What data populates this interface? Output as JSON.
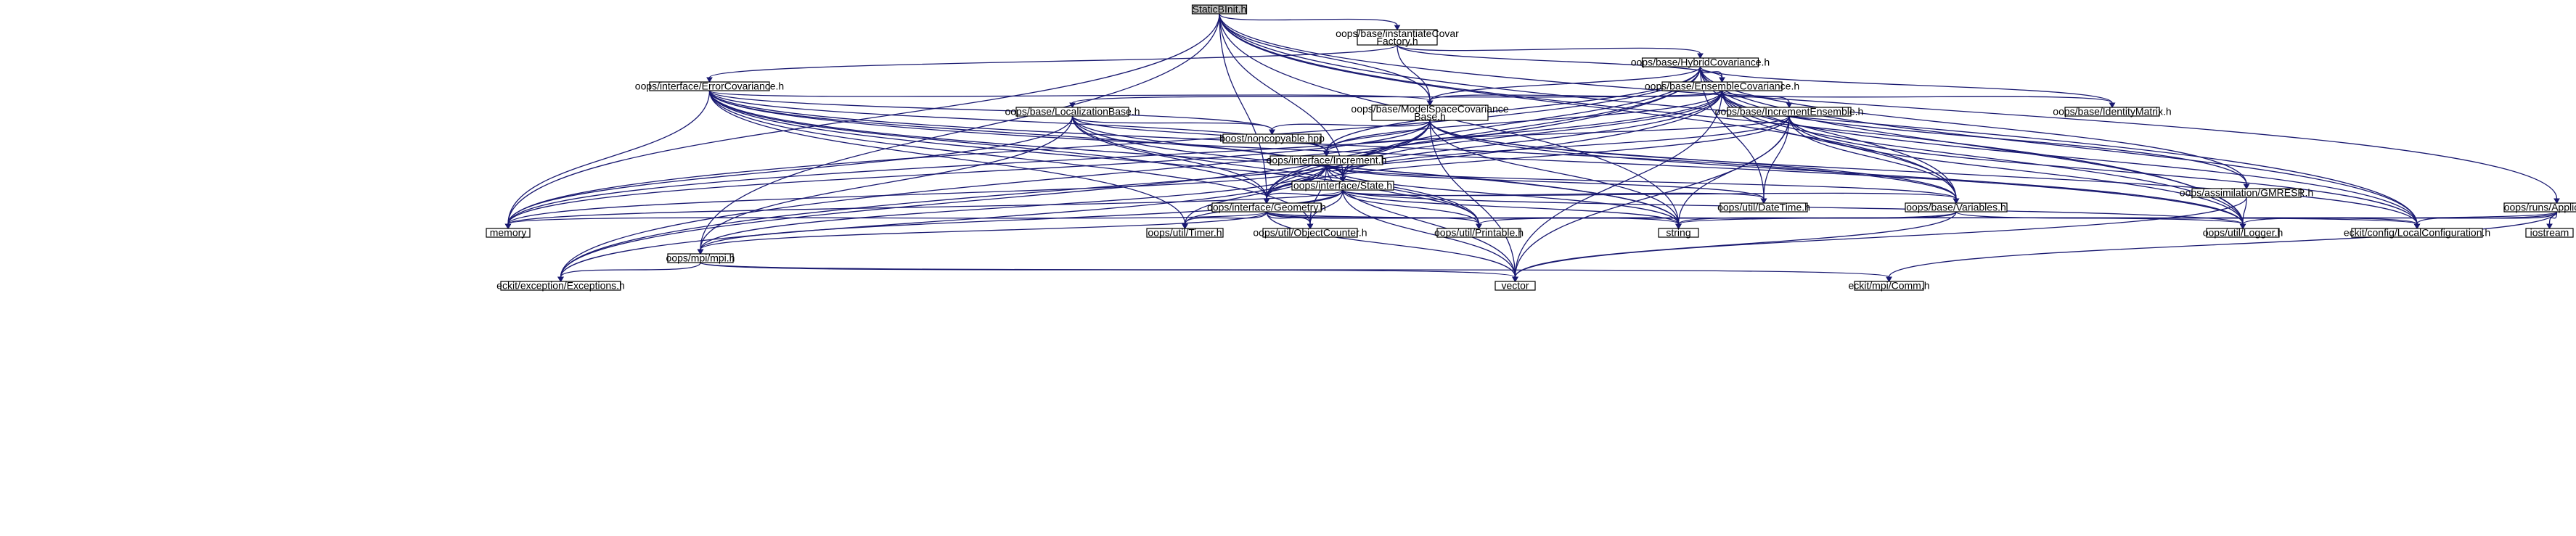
{
  "diagram": {
    "type": "include-dependency-graph",
    "colors": {
      "root_fill": "#bfbfbf",
      "node_fill": "#ffffff",
      "border_black": "#000000",
      "border_red": "#ff0000",
      "border_grey": "#bfbfbf",
      "text": "#000000",
      "edge": "#191970"
    },
    "nodes": [
      {
        "id": "root",
        "label": "StaticBInit.h",
        "style": "root"
      },
      {
        "id": "icf",
        "lines": [
          "oops/base/instantiateCovar",
          "Factory.h"
        ],
        "style": "black"
      },
      {
        "id": "hyb",
        "label": "oops/base/HybridCovariance.h",
        "style": "black"
      },
      {
        "id": "err",
        "label": "oops/interface/ErrorCovariance.h",
        "style": "black"
      },
      {
        "id": "ens",
        "label": "oops/base/EnsembleCovariance.h",
        "style": "black"
      },
      {
        "id": "loc",
        "label": "oops/base/LocalizationBase.h",
        "style": "red"
      },
      {
        "id": "msc",
        "lines": [
          "oops/base/ModelSpaceCovariance",
          "Base.h"
        ],
        "style": "red"
      },
      {
        "id": "ince",
        "label": "oops/base/IncrementEnsemble.h",
        "style": "red"
      },
      {
        "id": "idm",
        "label": "oops/base/IdentityMatrix.h",
        "style": "black"
      },
      {
        "id": "gmr",
        "label": "oops/assimilation/GMRESR.h",
        "style": "red"
      },
      {
        "id": "app",
        "label": "oops/runs/Application.h",
        "style": "black"
      },
      {
        "id": "boost",
        "label": "boost/noncopyable.hpp",
        "style": "grey"
      },
      {
        "id": "inc",
        "label": "oops/interface/Increment.h",
        "style": "red"
      },
      {
        "id": "state",
        "label": "oops/interface/State.h",
        "style": "red"
      },
      {
        "id": "vars",
        "label": "oops/base/Variables.h",
        "style": "red"
      },
      {
        "id": "geo",
        "label": "oops/interface/Geometry.h",
        "style": "red"
      },
      {
        "id": "date",
        "label": "oops/util/DateTime.h",
        "style": "grey"
      },
      {
        "id": "memory",
        "label": "memory",
        "style": "grey"
      },
      {
        "id": "timer",
        "label": "oops/util/Timer.h",
        "style": "grey"
      },
      {
        "id": "objc",
        "label": "oops/util/ObjectCounter.h",
        "style": "grey"
      },
      {
        "id": "print",
        "label": "oops/util/Printable.h",
        "style": "grey"
      },
      {
        "id": "string",
        "label": "string",
        "style": "grey"
      },
      {
        "id": "logger",
        "label": "oops/util/Logger.h",
        "style": "grey"
      },
      {
        "id": "ecfg",
        "label": "eckit/config/LocalConfiguration.h",
        "style": "grey"
      },
      {
        "id": "iostream",
        "label": "iostream",
        "style": "grey"
      },
      {
        "id": "mpi",
        "label": "oops/mpi/mpi.h",
        "style": "red"
      },
      {
        "id": "exc",
        "label": "eckit/exception/Exceptions.h",
        "style": "grey"
      },
      {
        "id": "vector",
        "label": "vector",
        "style": "grey"
      },
      {
        "id": "comm",
        "label": "eckit/mpi/Comm.h",
        "style": "grey"
      }
    ],
    "edges": [
      [
        "root",
        "icf"
      ],
      [
        "root",
        "msc"
      ],
      [
        "root",
        "vars"
      ],
      [
        "root",
        "ecfg"
      ],
      [
        "root",
        "logger"
      ],
      [
        "root",
        "string"
      ],
      [
        "root",
        "app"
      ],
      [
        "root",
        "memory"
      ],
      [
        "root",
        "mpi"
      ],
      [
        "root",
        "geo"
      ],
      [
        "root",
        "state"
      ],
      [
        "icf",
        "hyb"
      ],
      [
        "icf",
        "err"
      ],
      [
        "icf",
        "msc"
      ],
      [
        "icf",
        "ens"
      ],
      [
        "hyb",
        "ens"
      ],
      [
        "hyb",
        "msc"
      ],
      [
        "hyb",
        "idm"
      ],
      [
        "hyb",
        "gmr"
      ],
      [
        "hyb",
        "inc"
      ],
      [
        "hyb",
        "state"
      ],
      [
        "hyb",
        "vars"
      ],
      [
        "hyb",
        "date"
      ],
      [
        "hyb",
        "memory"
      ],
      [
        "hyb",
        "exc"
      ],
      [
        "hyb",
        "logger"
      ],
      [
        "hyb",
        "ecfg"
      ],
      [
        "hyb",
        "geo"
      ],
      [
        "err",
        "msc"
      ],
      [
        "err",
        "inc"
      ],
      [
        "err",
        "state"
      ],
      [
        "err",
        "geo"
      ],
      [
        "err",
        "boost"
      ],
      [
        "err",
        "memory"
      ],
      [
        "err",
        "timer"
      ],
      [
        "err",
        "objc"
      ],
      [
        "err",
        "print"
      ],
      [
        "err",
        "string"
      ],
      [
        "err",
        "logger"
      ],
      [
        "err",
        "vars"
      ],
      [
        "ens",
        "loc"
      ],
      [
        "ens",
        "msc"
      ],
      [
        "ens",
        "ince"
      ],
      [
        "ens",
        "idm"
      ],
      [
        "ens",
        "gmr"
      ],
      [
        "ens",
        "inc"
      ],
      [
        "ens",
        "state"
      ],
      [
        "ens",
        "geo"
      ],
      [
        "ens",
        "vars"
      ],
      [
        "ens",
        "memory"
      ],
      [
        "ens",
        "exc"
      ],
      [
        "ens",
        "vector"
      ],
      [
        "ens",
        "ecfg"
      ],
      [
        "ens",
        "logger"
      ],
      [
        "loc",
        "inc"
      ],
      [
        "loc",
        "state"
      ],
      [
        "loc",
        "geo"
      ],
      [
        "loc",
        "boost"
      ],
      [
        "loc",
        "memory"
      ],
      [
        "loc",
        "print"
      ],
      [
        "loc",
        "mpi"
      ],
      [
        "loc",
        "string"
      ],
      [
        "msc",
        "inc"
      ],
      [
        "msc",
        "state"
      ],
      [
        "msc",
        "geo"
      ],
      [
        "msc",
        "vars"
      ],
      [
        "msc",
        "boost"
      ],
      [
        "msc",
        "memory"
      ],
      [
        "msc",
        "string"
      ],
      [
        "msc",
        "vector"
      ],
      [
        "msc",
        "logger"
      ],
      [
        "msc",
        "exc"
      ],
      [
        "msc",
        "ecfg"
      ],
      [
        "ince",
        "inc"
      ],
      [
        "ince",
        "state"
      ],
      [
        "ince",
        "geo"
      ],
      [
        "ince",
        "vars"
      ],
      [
        "ince",
        "date"
      ],
      [
        "ince",
        "string"
      ],
      [
        "ince",
        "vector"
      ],
      [
        "ince",
        "logger"
      ],
      [
        "ince",
        "ecfg"
      ],
      [
        "gmr",
        "logger"
      ],
      [
        "gmr",
        "vector"
      ],
      [
        "inc",
        "state"
      ],
      [
        "inc",
        "geo"
      ],
      [
        "inc",
        "vars"
      ],
      [
        "inc",
        "date"
      ],
      [
        "inc",
        "memory"
      ],
      [
        "inc",
        "timer"
      ],
      [
        "inc",
        "objc"
      ],
      [
        "inc",
        "print"
      ],
      [
        "inc",
        "string"
      ],
      [
        "inc",
        "vector"
      ],
      [
        "inc",
        "mpi"
      ],
      [
        "inc",
        "exc"
      ],
      [
        "state",
        "geo"
      ],
      [
        "state",
        "vars"
      ],
      [
        "state",
        "date"
      ],
      [
        "state",
        "memory"
      ],
      [
        "state",
        "timer"
      ],
      [
        "state",
        "objc"
      ],
      [
        "state",
        "print"
      ],
      [
        "state",
        "string"
      ],
      [
        "state",
        "vector"
      ],
      [
        "state",
        "logger"
      ],
      [
        "state",
        "mpi"
      ],
      [
        "vars",
        "print"
      ],
      [
        "vars",
        "string"
      ],
      [
        "vars",
        "vector"
      ],
      [
        "vars",
        "ecfg"
      ],
      [
        "geo",
        "memory"
      ],
      [
        "geo",
        "timer"
      ],
      [
        "geo",
        "objc"
      ],
      [
        "geo",
        "print"
      ],
      [
        "geo",
        "string"
      ],
      [
        "geo",
        "vector"
      ],
      [
        "geo",
        "logger"
      ],
      [
        "geo",
        "mpi"
      ],
      [
        "geo",
        "ecfg"
      ],
      [
        "app",
        "iostream"
      ],
      [
        "app",
        "string"
      ],
      [
        "app",
        "comm"
      ],
      [
        "app",
        "logger"
      ],
      [
        "app",
        "ecfg"
      ],
      [
        "mpi",
        "exc"
      ],
      [
        "mpi",
        "vector"
      ],
      [
        "mpi",
        "comm"
      ]
    ]
  }
}
